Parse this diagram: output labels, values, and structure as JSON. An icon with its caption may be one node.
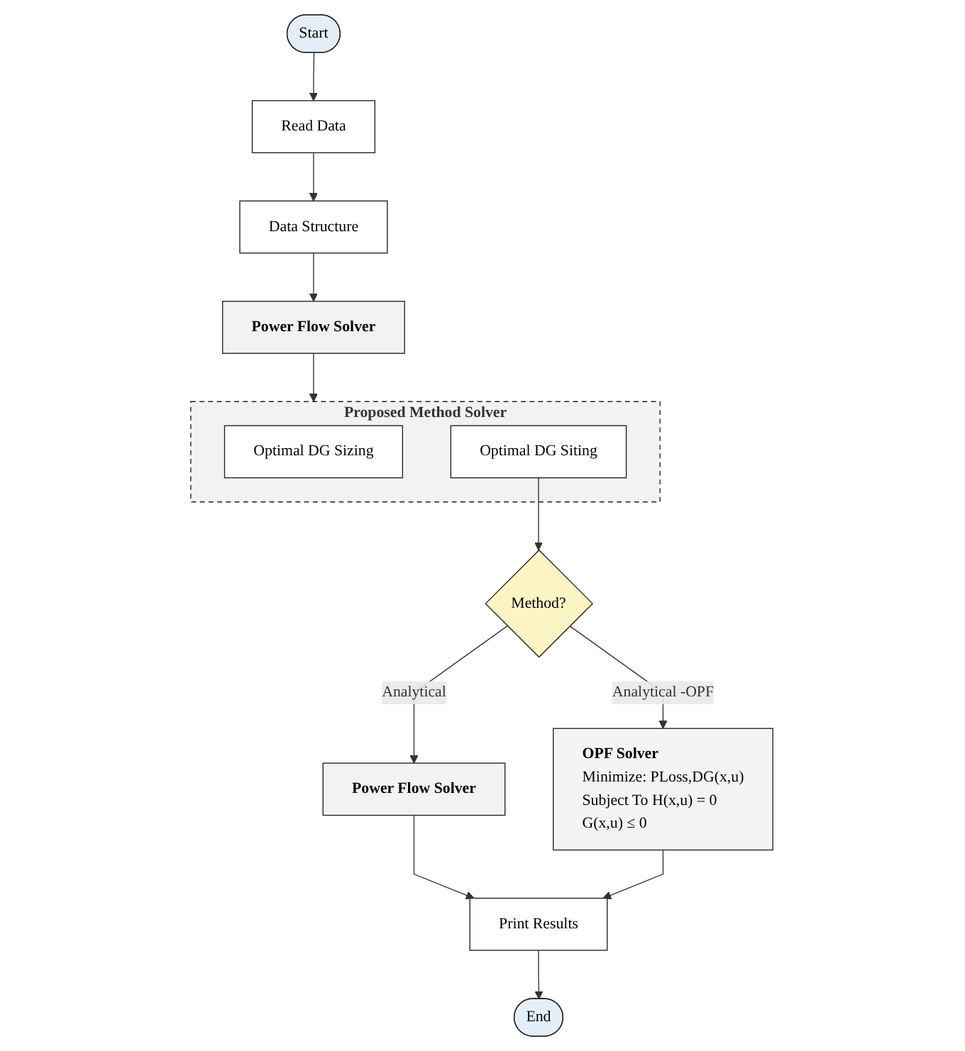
{
  "diagram": {
    "nodes": [
      {
        "text": [
          "Start"
        ]
      },
      {
        "text": [
          "Read Data"
        ]
      },
      {
        "text": [
          "Data Structure"
        ]
      },
      {
        "text": [
          "Power Flow Solver"
        ]
      },
      {
        "text": [
          "Proposed Method Solver"
        ]
      },
      {
        "text": [
          "Optimal DG Sizing"
        ],
        "in": 4
      },
      {
        "text": [
          "Optimal DG Siting"
        ],
        "in": 4
      },
      {
        "text": [
          "Method?"
        ]
      },
      {
        "text": [
          "OPF Solver",
          "Minimize: PLoss,DG(x,u)",
          "Subject To H(x,u) = 0",
          "G(x,u) ≤ 0"
        ]
      },
      {
        "text": [
          "Power Flow Solver"
        ]
      },
      {
        "text": [
          "Print Results"
        ]
      },
      {
        "text": [
          "End"
        ]
      }
    ],
    "edges": [
      {
        "from": 0,
        "to": 1,
        "arrow": "to"
      },
      {
        "from": 1,
        "to": 2,
        "arrow": "to"
      },
      {
        "from": 2,
        "to": 3,
        "arrow": "to"
      },
      {
        "from": 3,
        "to": 4,
        "arrow": "to"
      },
      {
        "from": 6,
        "to": 7,
        "arrow": "to"
      },
      {
        "from": 7,
        "to": 8,
        "label": "Analytical -OPF",
        "arrow": "to"
      },
      {
        "from": 7,
        "to": 9,
        "label": "Analytical",
        "arrow": "to"
      },
      {
        "from": 9,
        "to": 10,
        "arrow": "to"
      },
      {
        "from": 8,
        "to": 10,
        "arrow": "to"
      },
      {
        "from": 10,
        "to": 11,
        "arrow": "to"
      }
    ]
  }
}
